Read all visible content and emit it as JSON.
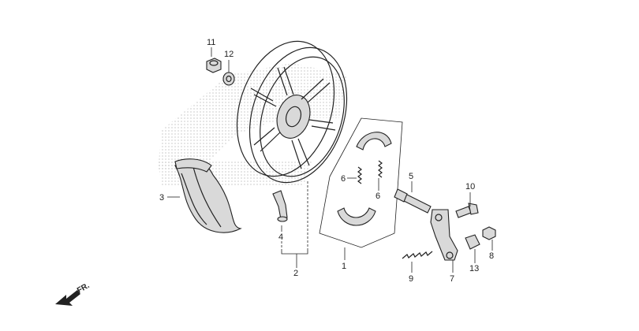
{
  "callouts": {
    "c1": "1",
    "c2": "2",
    "c3": "3",
    "c4": "4",
    "c5": "5",
    "c6a": "6",
    "c6b": "6",
    "c7": "7",
    "c8": "8",
    "c9": "9",
    "c10": "10",
    "c11": "11",
    "c12": "12",
    "c13": "13"
  },
  "direction_label": "FR.",
  "colors": {
    "line": "#222222",
    "shade": "#d9d9d9",
    "watermark": "#e6e6e6"
  }
}
